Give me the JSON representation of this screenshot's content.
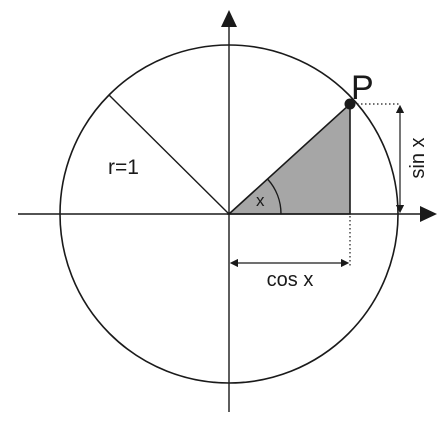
{
  "labels": {
    "point": "P",
    "radius": "r=1",
    "angle": "x",
    "sine": "sin x",
    "cosine": "cos x"
  },
  "colors": {
    "stroke": "#1a1a1a",
    "triangle_fill": "#a6a6a6",
    "background": "#ffffff"
  },
  "icons": {
    "x_axis_arrow": "arrow-right-icon",
    "y_axis_arrow": "arrow-up-icon"
  }
}
